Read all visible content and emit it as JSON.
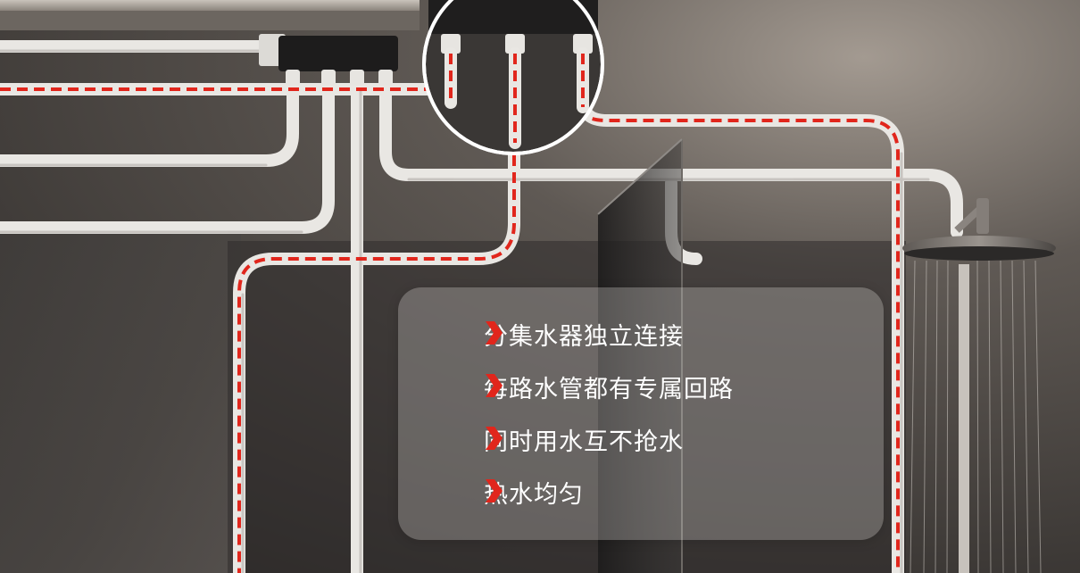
{
  "features": [
    {
      "text": "分集水器独立连接",
      "icon": "red-chevron-icon"
    },
    {
      "text": "每路水管都有专属回路",
      "icon": "red-chevron-icon"
    },
    {
      "text": "同时用水互不抢水",
      "icon": "red-chevron-icon"
    },
    {
      "text": "热水均匀",
      "icon": "red-chevron-icon"
    }
  ],
  "colors": {
    "accent_red": "#e1261c",
    "pipe_white": "#e9e7e3",
    "wall": "#3b3836",
    "panel_text": "#ffffff"
  }
}
